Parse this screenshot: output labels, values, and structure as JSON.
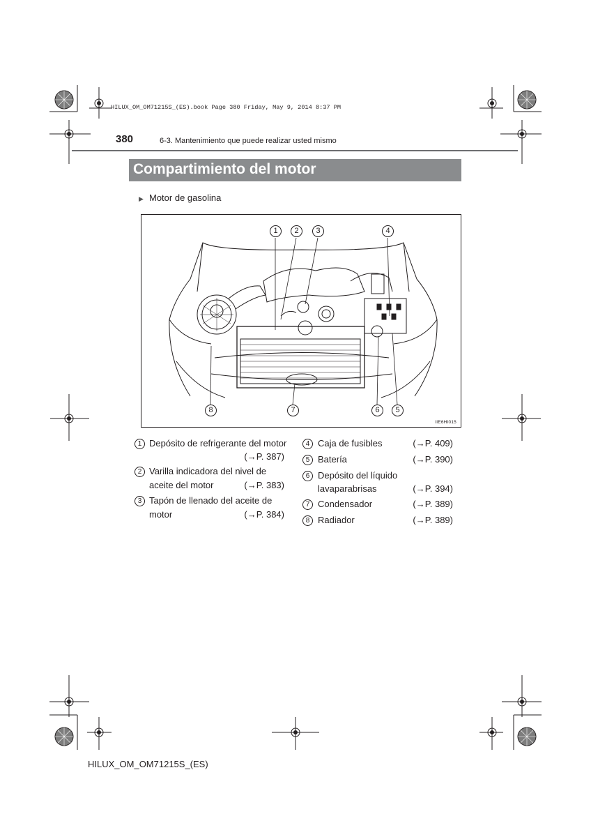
{
  "print_header": "HILUX_OM_OM71215S_(ES).book  Page 380  Friday, May 9, 2014  8:37 PM",
  "page": {
    "number": "380",
    "running_head": "6-3. Mantenimiento que puede realizar usted mismo"
  },
  "section": {
    "title": "Compartimiento del motor",
    "sub_marker": "▶",
    "sub_heading": "Motor de gasolina"
  },
  "figure": {
    "code": "IIE6HI015",
    "callouts": [
      "1",
      "2",
      "3",
      "4",
      "5",
      "6",
      "7",
      "8"
    ]
  },
  "legend_left": [
    {
      "num": "1",
      "line1": "Depósito de refrigerante del motor",
      "line2": "",
      "ref": "(→P. 387)"
    },
    {
      "num": "2",
      "line1": "Varilla indicadora del nivel de",
      "line2": "aceite del motor",
      "ref": "(→P. 383)"
    },
    {
      "num": "3",
      "line1": "Tapón de llenado del aceite de",
      "line2": "motor",
      "ref": "(→P. 384)"
    }
  ],
  "legend_right": [
    {
      "num": "4",
      "line1": "Caja de fusibles",
      "line2": "",
      "ref": "(→P. 409)"
    },
    {
      "num": "5",
      "line1": "Batería",
      "line2": "",
      "ref": "(→P. 390)"
    },
    {
      "num": "6",
      "line1": "Depósito del líquido",
      "line2": "lavaparabrisas",
      "ref": "(→P. 394)"
    },
    {
      "num": "7",
      "line1": "Condensador",
      "line2": "",
      "ref": "(→P. 389)"
    },
    {
      "num": "8",
      "line1": "Radiador",
      "line2": "",
      "ref": "(→P. 389)"
    }
  ],
  "footer": "HILUX_OM_OM71215S_(ES)"
}
